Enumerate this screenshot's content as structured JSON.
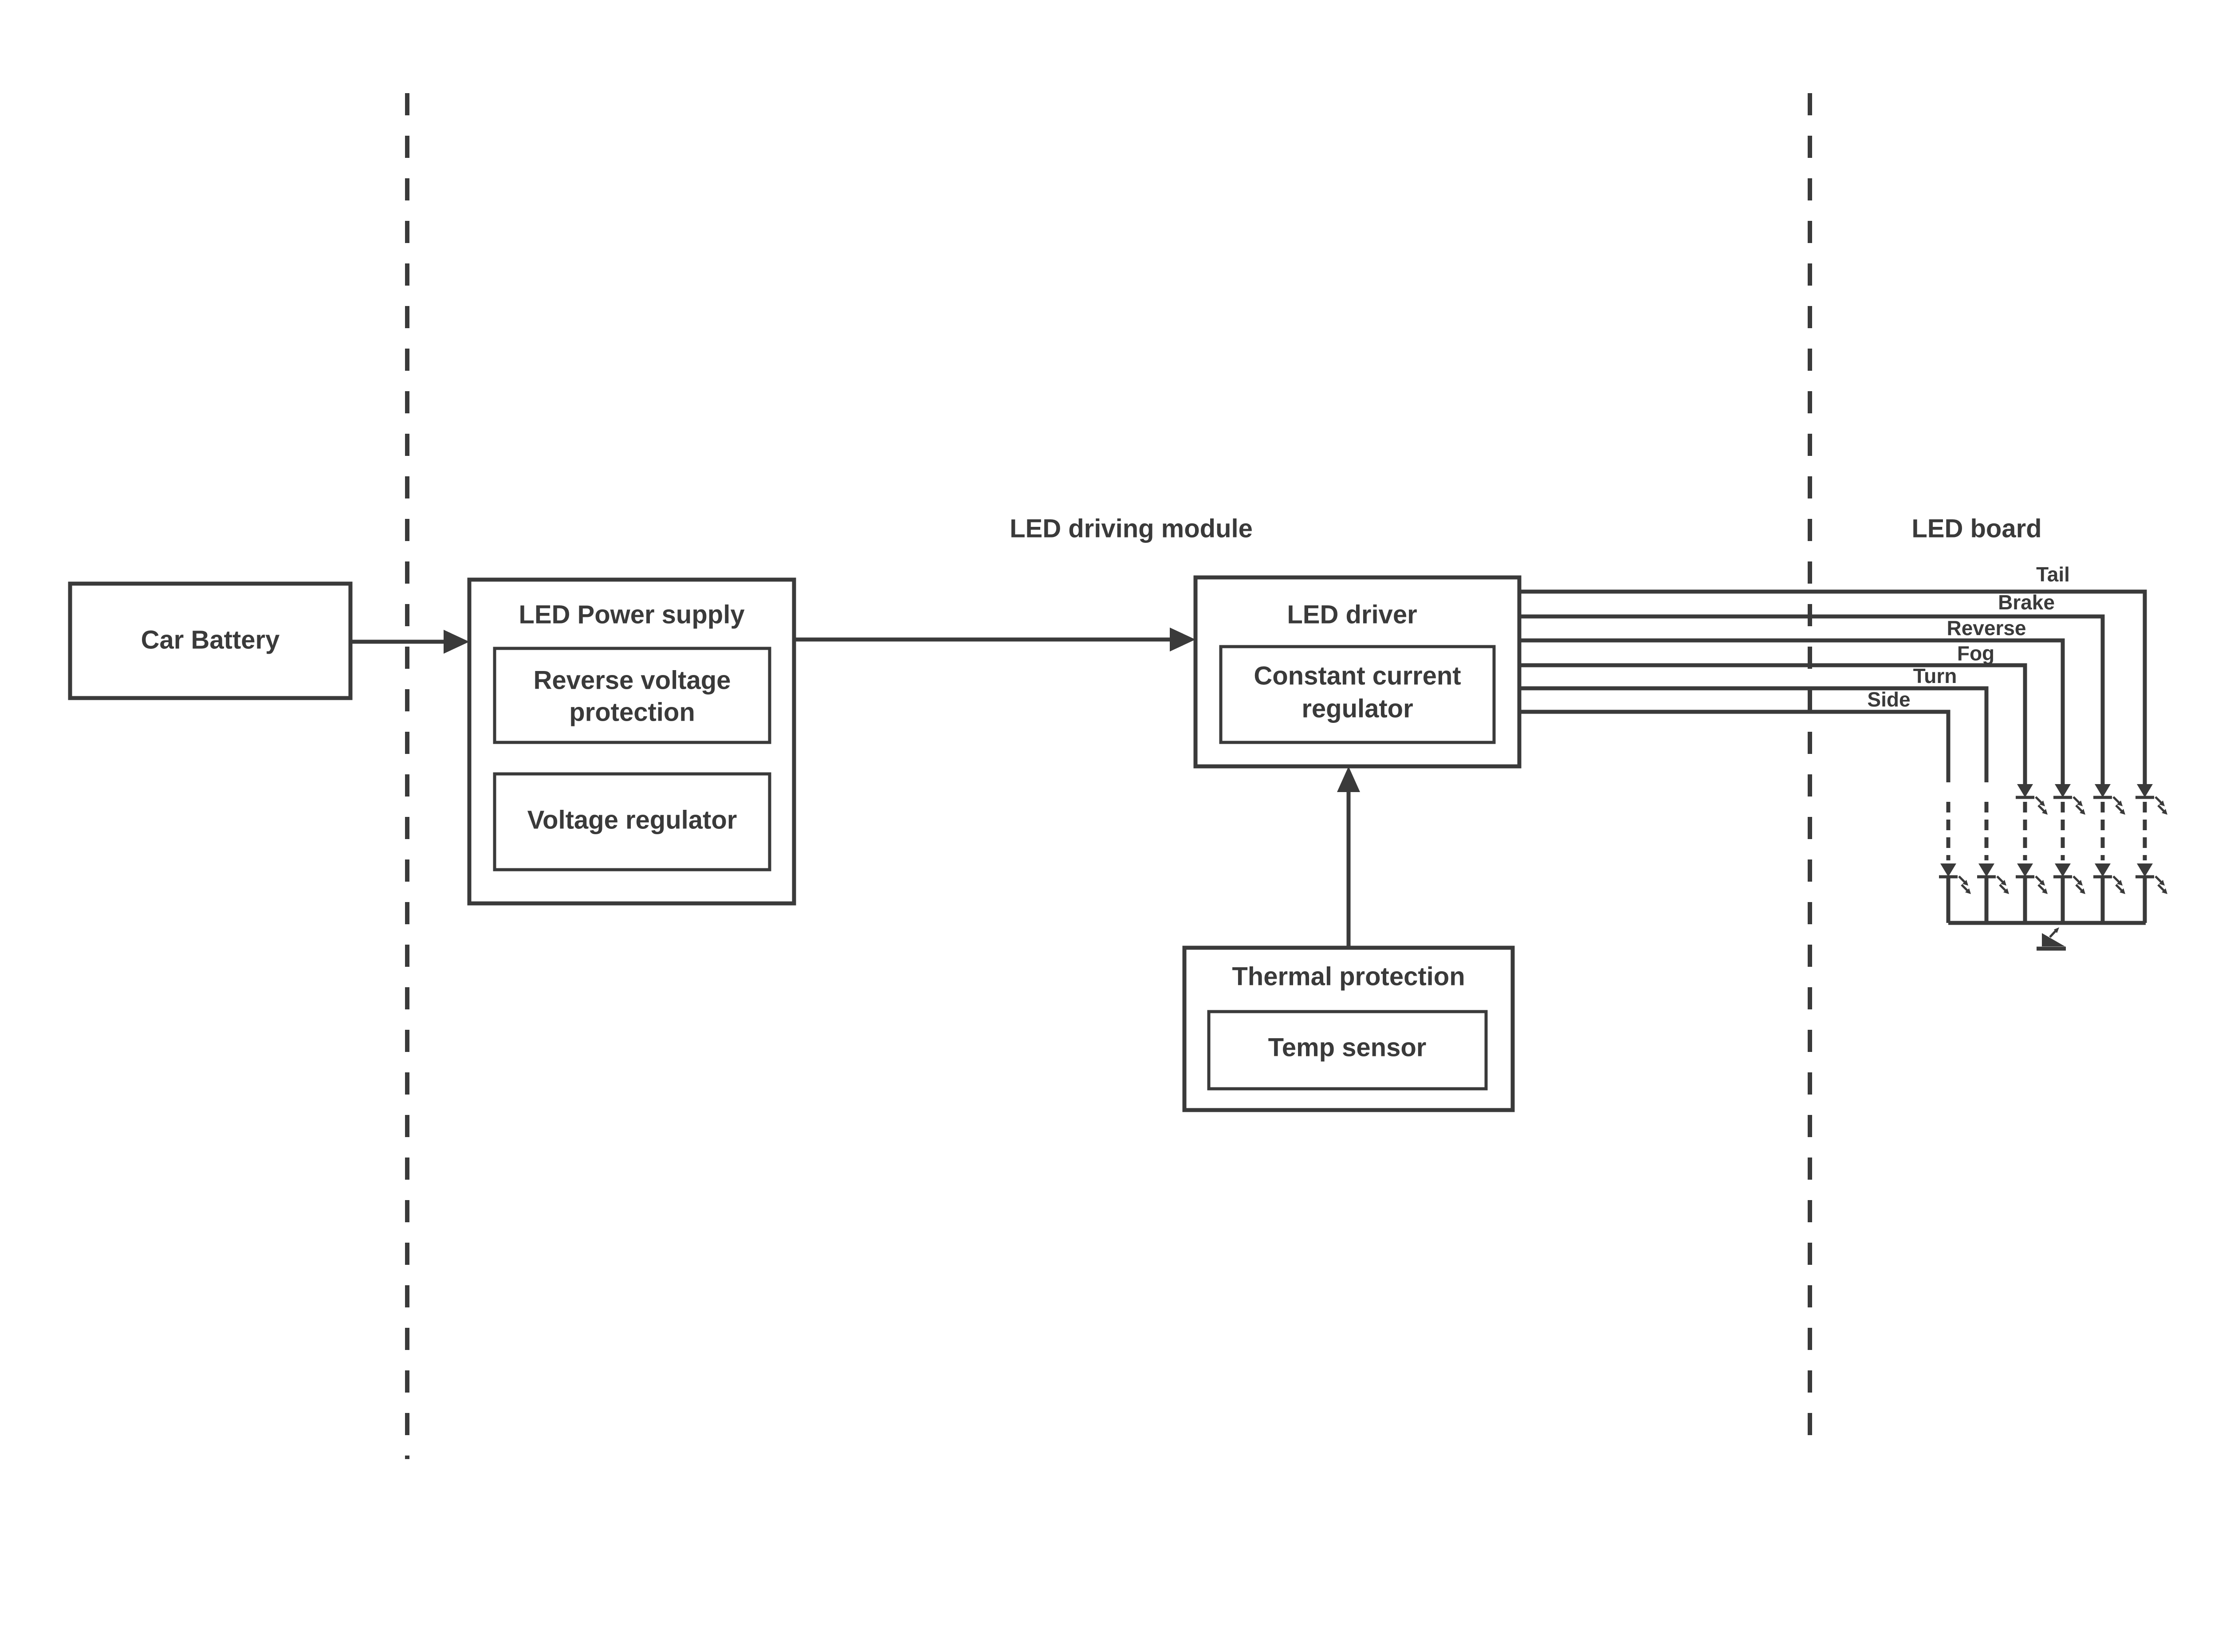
{
  "colors": {
    "line": "#3a3a3a",
    "background": "#ffffff"
  },
  "battery": {
    "label": "Car Battery"
  },
  "power_supply": {
    "title": "LED Power supply",
    "reverse_protection": {
      "line1": "Reverse voltage",
      "line2": "protection"
    },
    "voltage_regulator": {
      "label": "Voltage regulator"
    }
  },
  "driving_module": {
    "label": "LED driving module"
  },
  "driver": {
    "title": "LED driver",
    "regulator": {
      "line1": "Constant current",
      "line2": "regulator"
    }
  },
  "thermal": {
    "title": "Thermal protection",
    "sensor": {
      "label": "Temp sensor"
    }
  },
  "board": {
    "label": "LED board"
  },
  "channels": [
    {
      "label": "Tail"
    },
    {
      "label": "Brake"
    },
    {
      "label": "Reverse"
    },
    {
      "label": "Fog"
    },
    {
      "label": "Turn"
    },
    {
      "label": "Side"
    }
  ],
  "led_array": {
    "columns": 6,
    "top_row_led_count": 4,
    "bottom_row_led_count": 6
  }
}
